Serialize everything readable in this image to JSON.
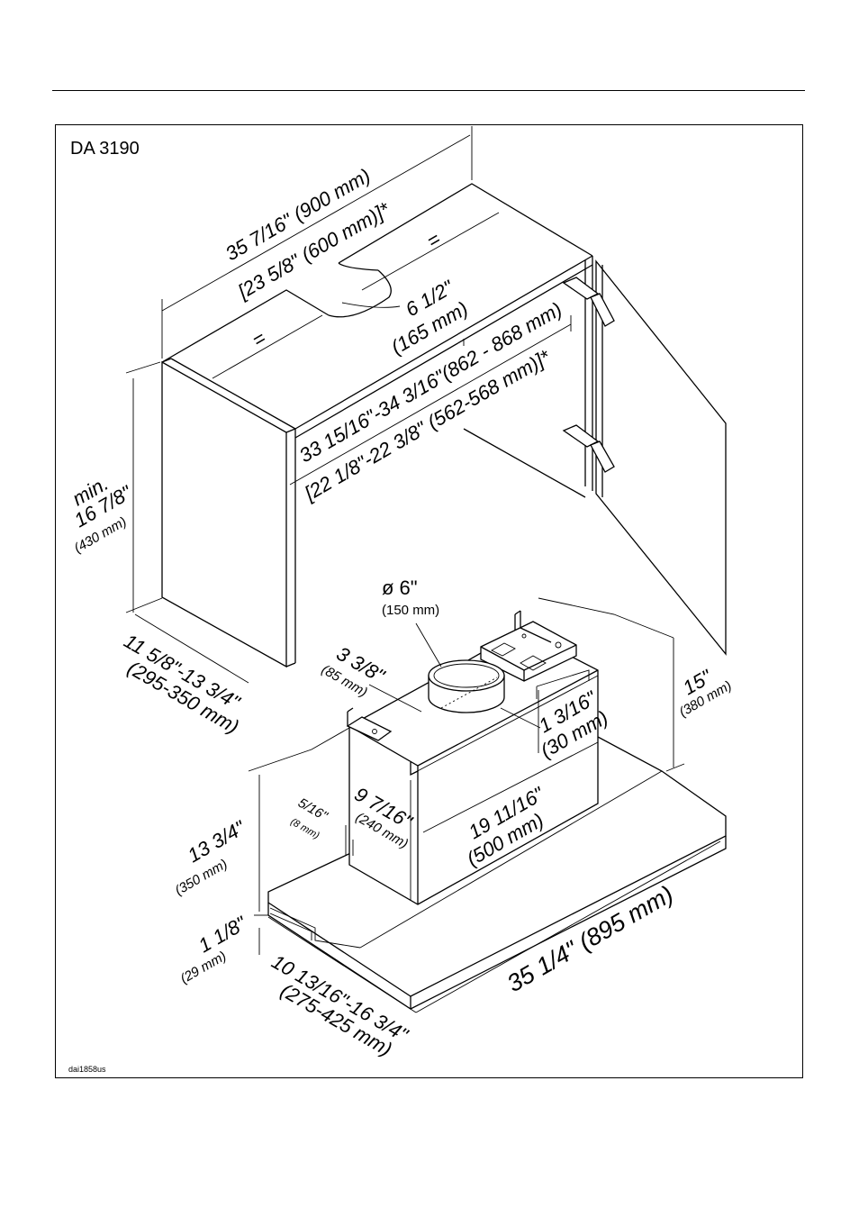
{
  "model": "DA 3190",
  "reference_code": "dai1858us",
  "dimensions": {
    "cabinet_width_in": "35 7/16\" (900 mm)",
    "cabinet_width_alt": "[23 5/8\" (600 mm)]*",
    "equal_sign": "=",
    "duct_offset_in": "6 1/2\"",
    "duct_offset_mm": "(165 mm)",
    "inner_width_in": "33 15/16\"-34 3/16\"(862 - 868 mm)",
    "inner_width_alt": "[22 1/8\"-22 3/8\" (562-568 mm)]*",
    "min_height_label": "min.",
    "min_height_in": "16 7/8\"",
    "min_height_mm": "(430 mm)",
    "depth_in": "11 5/8\"-13 3/4\"",
    "depth_mm": "(295-350 mm)",
    "duct_diameter_in": "ø 6\"",
    "duct_diameter_mm": "(150 mm)",
    "duct_setback_in": "3 3/8\"",
    "duct_setback_mm": "(85 mm)",
    "top_height_in": "15\"",
    "top_height_mm": "(380 mm)",
    "flange_in": "1 3/16\"",
    "flange_mm": "(30 mm)",
    "body_height_in": "9 7/16\"",
    "body_height_mm": "(240 mm)",
    "body_width_in": "19 11/16\"",
    "body_width_mm": "(500 mm)",
    "lip_in": "5/16\"",
    "lip_mm": "(8 mm)",
    "overall_height_in": "13 3/4\"",
    "overall_height_mm": "(350 mm)",
    "canopy_height_in": "1 1/8\"",
    "canopy_height_mm": "(29 mm)",
    "hood_depth_in": "10 13/16\"-16 3/4\"",
    "hood_depth_mm": "(275-425 mm)",
    "hood_width_in": "35 1/4\" (895 mm)"
  }
}
